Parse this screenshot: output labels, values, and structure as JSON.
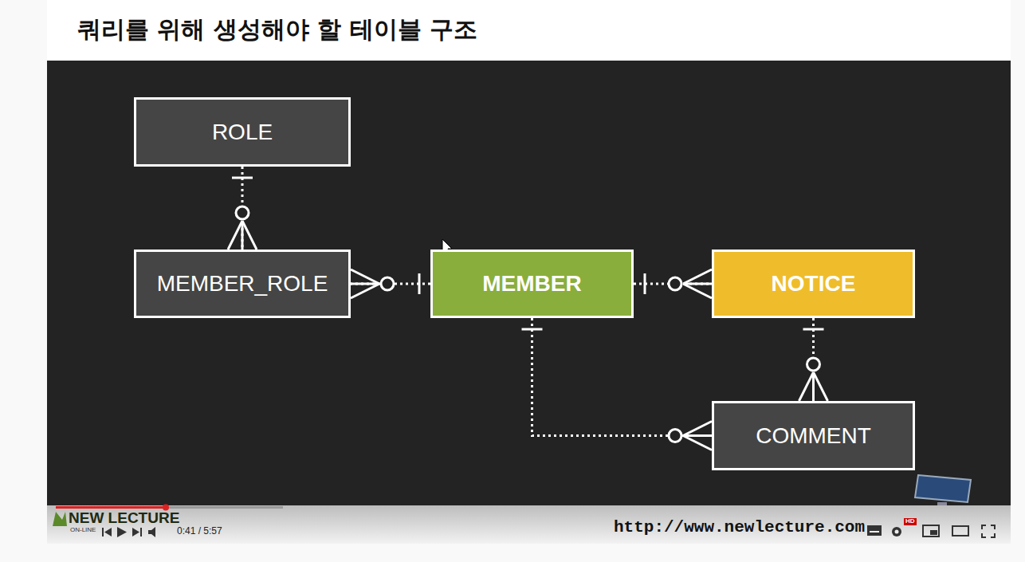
{
  "diagram": {
    "title": "쿼리를 위해 생성해야 할 테이블 구조",
    "nodes": [
      {
        "text": [
          "ROLE"
        ]
      },
      {
        "text": [
          "MEMBER_ROLE"
        ]
      },
      {
        "text": [
          "MEMBER"
        ]
      },
      {
        "text": [
          "NOTICE"
        ]
      },
      {
        "text": [
          "COMMENT"
        ]
      }
    ],
    "edges": [
      {
        "from": 0,
        "to": 1,
        "arrow": "to"
      },
      {
        "from": 2,
        "to": 1,
        "arrow": "to"
      },
      {
        "from": 2,
        "to": 3,
        "arrow": "to"
      },
      {
        "from": 3,
        "to": 4,
        "arrow": "to"
      },
      {
        "from": 2,
        "to": 4,
        "arrow": "to"
      }
    ],
    "labels": [
      "NEW LECTURE",
      "ON-LINE",
      "0:41 / 5:57",
      "HD",
      "http://www.newlecture.com"
    ]
  }
}
